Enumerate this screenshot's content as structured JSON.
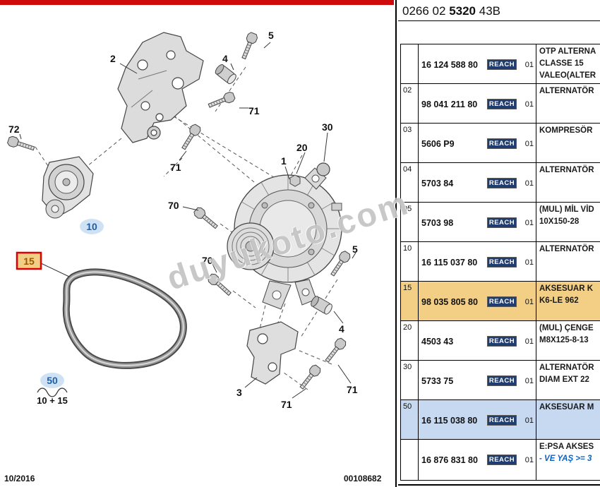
{
  "header": {
    "code_prefix": "0266 02",
    "code_bold": "5320",
    "code_suffix": "43B"
  },
  "watermark": "duyukoto.com",
  "footer": {
    "date": "10/2016",
    "doc_number": "00108682"
  },
  "diagram": {
    "callouts": {
      "c1": "1",
      "c2": "2",
      "c3": "3",
      "c4a": "4",
      "c4b": "4",
      "c5a": "5",
      "c5b": "5",
      "c10": "10",
      "c15": "15",
      "c20": "20",
      "c30": "30",
      "c50": "50",
      "c70a": "70",
      "c70b": "70",
      "c71a": "71",
      "c71b": "71",
      "c71c": "71",
      "c71d": "71",
      "c72": "72",
      "sum_label": "10 + 15"
    }
  },
  "table": {
    "reach_label": "REACH",
    "rows": [
      {
        "item": "",
        "part": "16 124 588 80",
        "qty": "01",
        "desc": [
          "OTP ALTERNA",
          "CLASSE 15",
          "VALEO(ALTER"
        ]
      },
      {
        "item": "02",
        "part": "98 041 211 80",
        "qty": "01",
        "desc": [
          "ALTERNATÖR"
        ]
      },
      {
        "item": "03",
        "part": "5606 P9",
        "qty": "01",
        "desc": [
          "KOMPRESÖR"
        ]
      },
      {
        "item": "04",
        "part": "5703 84",
        "qty": "01",
        "desc": [
          "ALTERNATÖR"
        ]
      },
      {
        "item": "05",
        "part": "5703 98",
        "qty": "01",
        "desc": [
          "(MUL) MİL VİD",
          "10X150-28"
        ]
      },
      {
        "item": "10",
        "part": "16 115 037 80",
        "qty": "01",
        "desc": [
          "ALTERNATÖR"
        ]
      },
      {
        "item": "15",
        "part": "98 035 805 80",
        "qty": "01",
        "desc": [
          "AKSESUAR K",
          "K6-LE 962"
        ]
      },
      {
        "item": "20",
        "part": "4503 43",
        "qty": "01",
        "desc": [
          "(MUL) ÇENGE",
          "M8X125-8-13"
        ]
      },
      {
        "item": "30",
        "part": "5733 75",
        "qty": "01",
        "desc": [
          "ALTERNATÖR",
          "DIAM EXT 22"
        ]
      },
      {
        "item": "50",
        "part": "16 115 038 80",
        "qty": "01",
        "desc": [
          "AKSESUAR M"
        ]
      },
      {
        "item": "",
        "part": "16 876 831 80",
        "qty": "01",
        "desc": [
          "E:PSA AKSES",
          "- VE YAŞ >= 3"
        ]
      }
    ]
  }
}
